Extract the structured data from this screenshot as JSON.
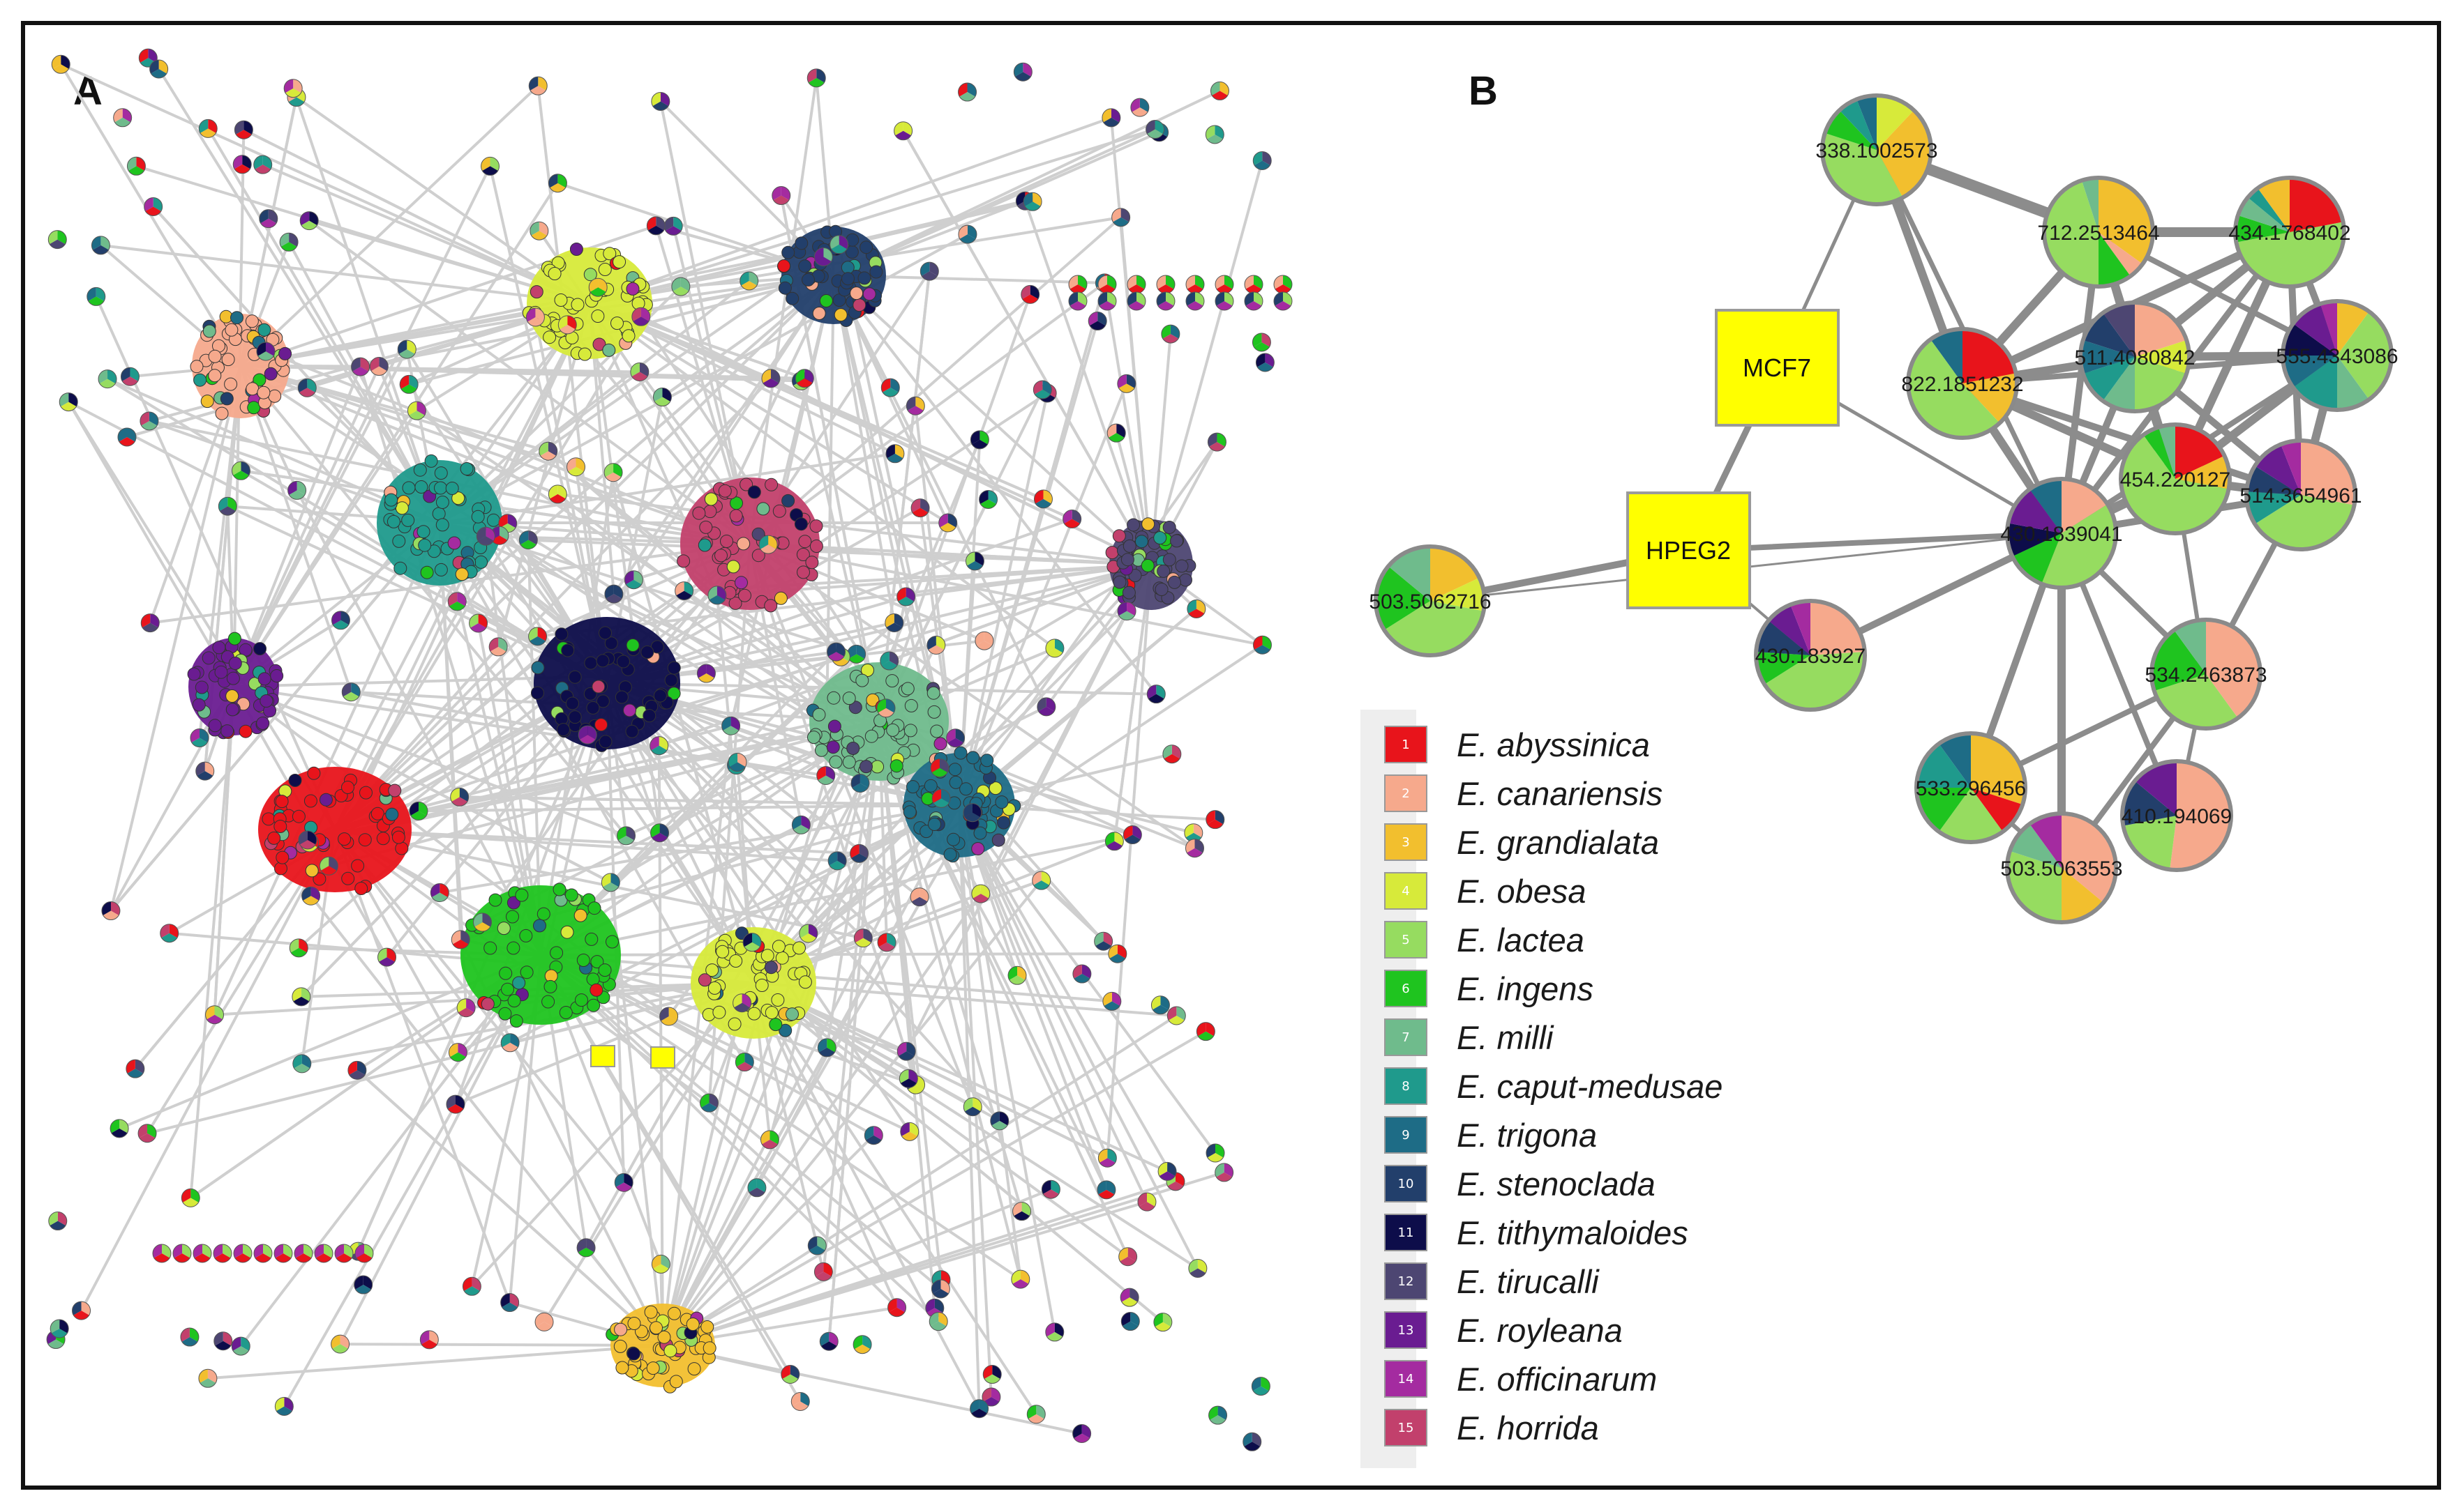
{
  "panels": {
    "a": {
      "letter": "A"
    },
    "b": {
      "letter": "B"
    }
  },
  "cell_lines": [
    "MCF7",
    "HPEG2"
  ],
  "feature_nodes": [
    "338.1002573",
    "712.2513464",
    "434.1768402",
    "822.1851232",
    "511.4080842",
    "555.4343086",
    "454.220127",
    "514.3654961",
    "430.1839041",
    "503.5062716",
    "430.183927",
    "534.2463873",
    "533.296456",
    "410.194069",
    "503.5063553"
  ],
  "legend": [
    {
      "num": "1",
      "name": "E. abyssinica",
      "color": "#e8141b"
    },
    {
      "num": "2",
      "name": "E. canariensis",
      "color": "#f6a98c"
    },
    {
      "num": "3",
      "name": "E. grandialata",
      "color": "#f2bf2e"
    },
    {
      "num": "4",
      "name": "E. obesa",
      "color": "#d7ea3a"
    },
    {
      "num": "5",
      "name": "E. lactea",
      "color": "#96dc60"
    },
    {
      "num": "6",
      "name": "E. ingens",
      "color": "#1fc41f"
    },
    {
      "num": "7",
      "name": "E. milli",
      "color": "#6fbb8c"
    },
    {
      "num": "8",
      "name": "E. caput-medusae",
      "color": "#1f9a8c"
    },
    {
      "num": "9",
      "name": "E. trigona",
      "color": "#1e6c86"
    },
    {
      "num": "10",
      "name": "E. stenoclada",
      "color": "#223f6b"
    },
    {
      "num": "11",
      "name": "E. tithymaloides",
      "color": "#0d0d4a"
    },
    {
      "num": "12",
      "name": "E. tirucalli",
      "color": "#4d4672"
    },
    {
      "num": "13",
      "name": "E. royleana",
      "color": "#6a1c91"
    },
    {
      "num": "14",
      "name": "E. officinarum",
      "color": "#a42ba0"
    },
    {
      "num": "15",
      "name": "E. horrida",
      "color": "#c2406c"
    }
  ],
  "colors": {
    "edge": "#8c8c8c",
    "edge_light": "#cfcfcf",
    "node_border": "#8a8a8a",
    "cell_line_fill": "#ffff00",
    "frame": "#111111"
  }
}
